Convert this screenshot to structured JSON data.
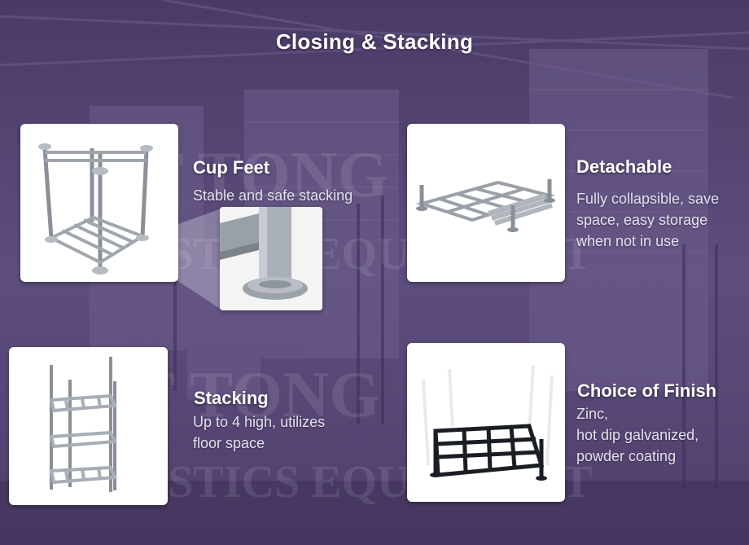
{
  "title": "Closing & Stacking",
  "features": [
    {
      "heading": "Cup Feet",
      "lines": [
        "Stable and safe stacking"
      ]
    },
    {
      "heading": "Detachable",
      "lines": [
        "Fully collapsible, save",
        "space, easy storage",
        "when not in use"
      ]
    },
    {
      "heading": "Stacking",
      "lines": [
        "Up to 4 high, utilizes",
        "floor space"
      ]
    },
    {
      "heading": "Choice of Finish",
      "lines": [
        "Zinc,",
        "hot dip galvanized,",
        "powder coating"
      ]
    }
  ],
  "colors": {
    "background": "#5a4a78",
    "heading": "#ffffff",
    "text": "#e6e0ee"
  }
}
